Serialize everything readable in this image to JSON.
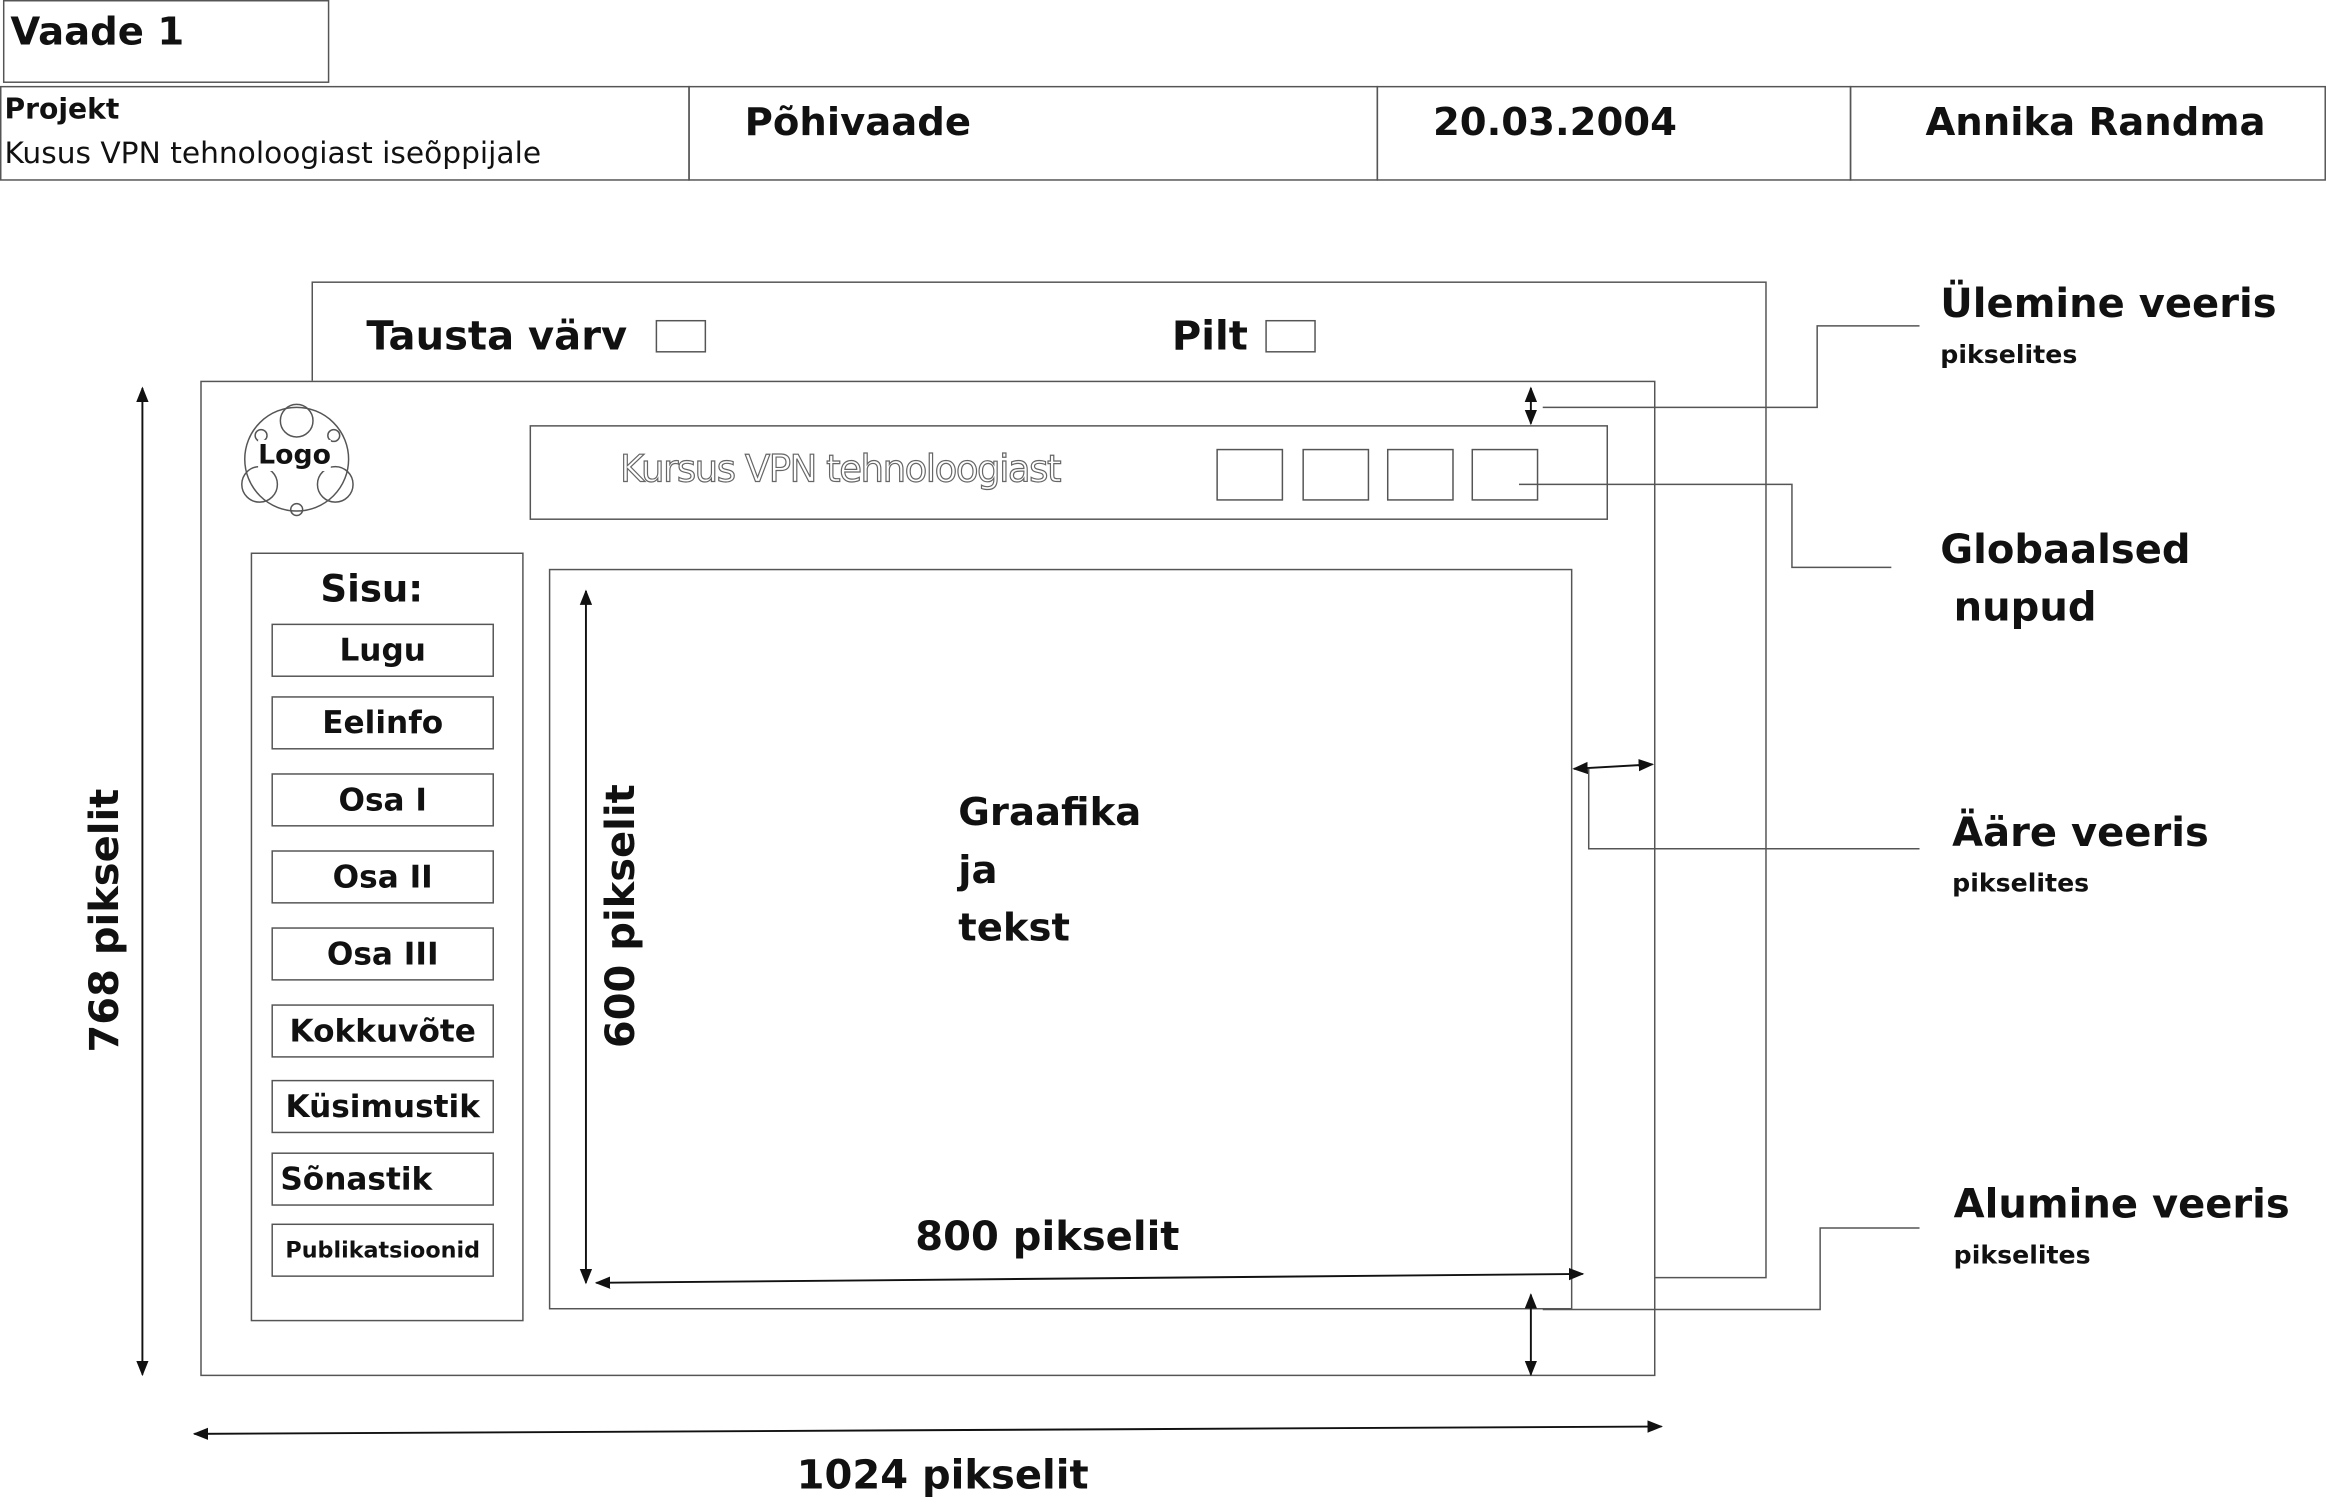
{
  "header": {
    "view_title": "Vaade 1",
    "project_label": "Projekt",
    "project_name": "Kusus VPN tehnoloogiast iseõppijale",
    "view_name": "Põhivaade",
    "date": "20.03.2004",
    "author": "Annika Randma"
  },
  "background": {
    "color_label": "Tausta värv",
    "image_label": "Pilt"
  },
  "page": {
    "logo": "Logo",
    "course_title": "Kursus VPN tehnoloogiast",
    "global_button_count": 4,
    "menu_title": "Sisu:",
    "menu_items": [
      "Lugu",
      "Eelinfo",
      "Osa I",
      "Osa II",
      "Osa III",
      "Kokkuvõte",
      "Küsimustik",
      "Sõnastik",
      "Publikatsioonid"
    ],
    "content_lines": [
      "Graafika",
      "ja",
      "tekst"
    ]
  },
  "dimensions": {
    "page_height": "768 pikselit",
    "page_width": "1024 pikselit",
    "content_height": "600 pikselit",
    "content_width": "800 pikselit"
  },
  "annotations": {
    "top_margin": "Ülemine veeris",
    "top_margin_unit": "pikselites",
    "global_buttons_1": "Globaalsed",
    "global_buttons_2": "nupud",
    "side_margin": "Ääre veeris",
    "side_margin_unit": "pikselites",
    "bottom_margin": "Alumine veeris",
    "bottom_margin_unit": "pikselites"
  }
}
